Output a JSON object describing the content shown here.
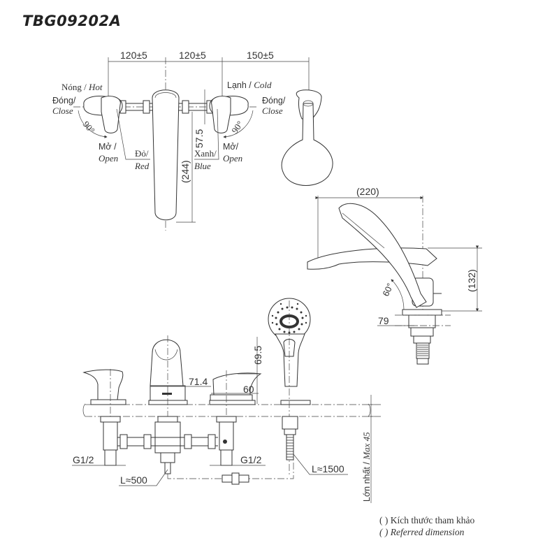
{
  "model": "TBG09202A",
  "top_view": {
    "dims": [
      "120±5",
      "120±5",
      "150±5"
    ],
    "hot_label": "Nóng / ",
    "hot_label_en": "Hot",
    "cold_label": "Lạnh / ",
    "cold_label_en": "Cold",
    "close_left": "Đóng/",
    "close_left_en": "Close",
    "close_right": "Đóng/",
    "close_right_en": "Close",
    "angle_left": "90°",
    "angle_right": "90°",
    "open_left": "Mở /",
    "open_left_en": "Open",
    "open_right": "Mở/",
    "open_right_en": "Open",
    "red_vn": "Đỏ/",
    "red_en": "Red",
    "blue_vn": "Xanh/",
    "blue_en": "Blue",
    "dim_57_5": "57.5",
    "dim_244": "(244)"
  },
  "side_view": {
    "dim_220": "(220)",
    "dim_132": "(132)",
    "angle": "60°",
    "dim_79": "79"
  },
  "front_view": {
    "dim_69_5": "69.5",
    "dim_71_4": "71.4",
    "dim_60": "60",
    "g_left": "G1/2",
    "g_right": "G1/2",
    "hose_500": "L≈500",
    "hose_1500": "L≈1500",
    "max_deck": "Lớn nhất / ",
    "max_deck_en": "Max 45"
  },
  "notes": {
    "vn": "( ) Kích thước tham khảo",
    "en": "( ) Referred dimension"
  }
}
